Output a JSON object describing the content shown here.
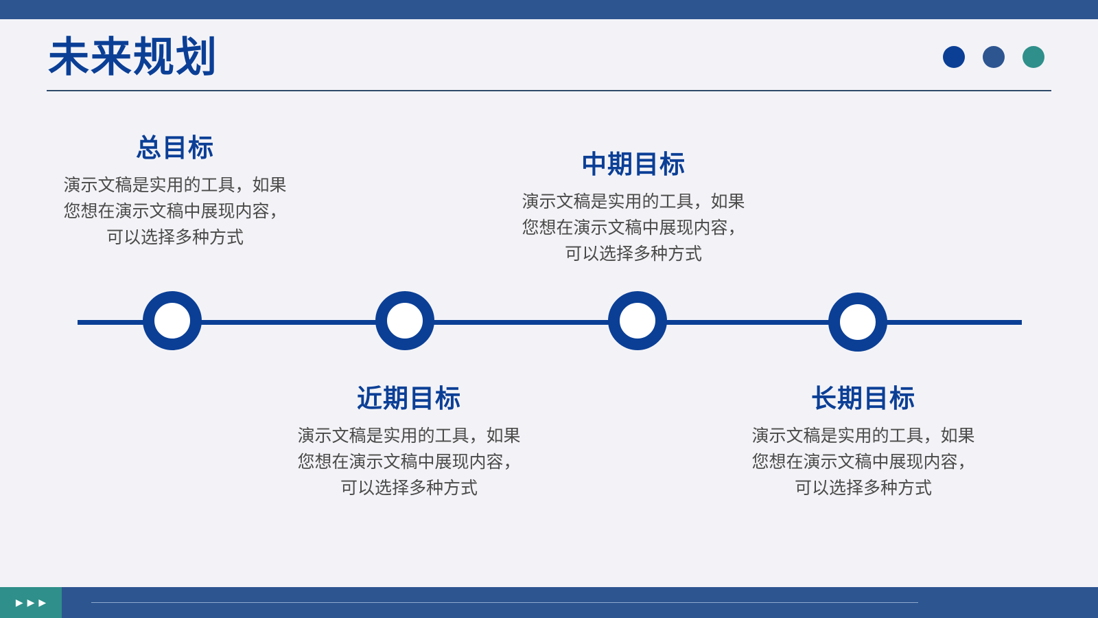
{
  "slide": {
    "title": "未来规划",
    "accent_colors": [
      "#0b3f96",
      "#2d5590",
      "#2f8f8a"
    ]
  },
  "goals": [
    {
      "title": "总目标",
      "desc_lines": [
        "演示文稿是实用的工具，如果",
        "您想在演示文稿中展现内容，",
        "可以选择多种方式"
      ]
    },
    {
      "title": "近期目标",
      "desc_lines": [
        "演示文稿是实用的工具，如果",
        "您想在演示文稿中展现内容，",
        "可以选择多种方式"
      ]
    },
    {
      "title": "中期目标",
      "desc_lines": [
        "演示文稿是实用的工具，如果",
        "您想在演示文稿中展现内容，",
        "可以选择多种方式"
      ]
    },
    {
      "title": "长期目标",
      "desc_lines": [
        "演示文稿是实用的工具，如果",
        "您想在演示文稿中展现内容，",
        "可以选择多种方式"
      ]
    }
  ],
  "footer": {
    "tab_icon": "▶▶▶"
  }
}
